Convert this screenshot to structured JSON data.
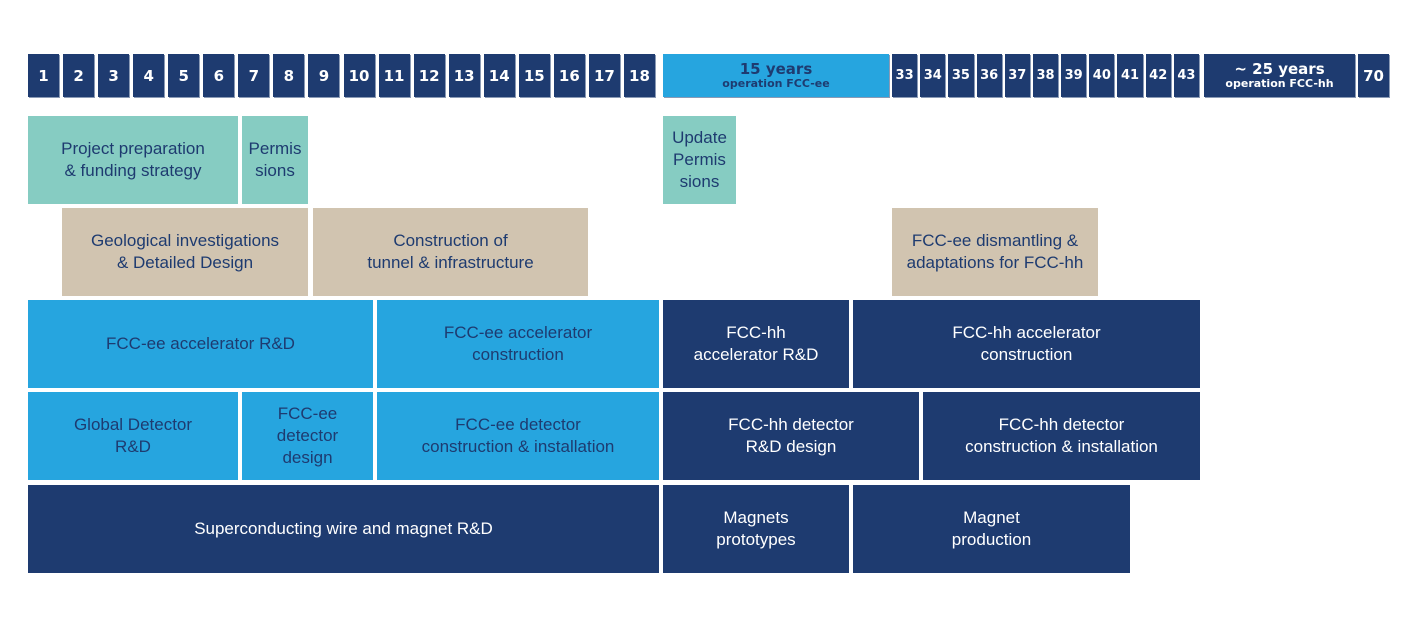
{
  "colors": {
    "navy": "#1e3b70",
    "cyan": "#26a5df",
    "teal": "#86ccc2",
    "tan": "#d1c4b0"
  },
  "timeline": {
    "years_phase1": [
      "1",
      "2",
      "3",
      "4",
      "5",
      "6",
      "7",
      "8",
      "9",
      "10",
      "11",
      "12",
      "13",
      "14",
      "15",
      "16",
      "17",
      "18"
    ],
    "fcc_ee_operation": {
      "line1": "15 years",
      "line2": "operation FCC-ee"
    },
    "years_phase2": [
      "33",
      "34",
      "35",
      "36",
      "37",
      "38",
      "39",
      "40",
      "41",
      "42",
      "43"
    ],
    "fcc_hh_operation": {
      "line1": "~ 25 years",
      "line2": "operation FCC-hh"
    },
    "final_year": "70"
  },
  "tasks": {
    "project_preparation": "Project preparation\n& funding strategy",
    "permissions": "Permis\nsions",
    "update_permissions": "Update\nPermis\nsions",
    "geological": "Geological investigations\n& Detailed Design",
    "tunnel_construction": "Construction of\ntunnel & infrastructure",
    "dismantling": "FCC-ee dismantling &\nadaptations for FCC-hh",
    "ee_accel_rd": "FCC-ee accelerator R&D",
    "ee_accel_construction": "FCC-ee accelerator\nconstruction",
    "hh_accel_rd": "FCC-hh\naccelerator R&D",
    "hh_accel_construction": "FCC-hh accelerator\nconstruction",
    "global_detector_rd": "Global Detector\nR&D",
    "ee_detector_design": "FCC-ee\ndetector\ndesign",
    "ee_detector_construction": "FCC-ee detector\nconstruction & installation",
    "hh_detector_rd": "FCC-hh detector\nR&D design",
    "hh_detector_construction": "FCC-hh detector\nconstruction & installation",
    "sc_wire_magnet_rd": "Superconducting wire and magnet R&D",
    "magnets_prototypes": "Magnets\nprototypes",
    "magnet_production": "Magnet\nproduction"
  }
}
